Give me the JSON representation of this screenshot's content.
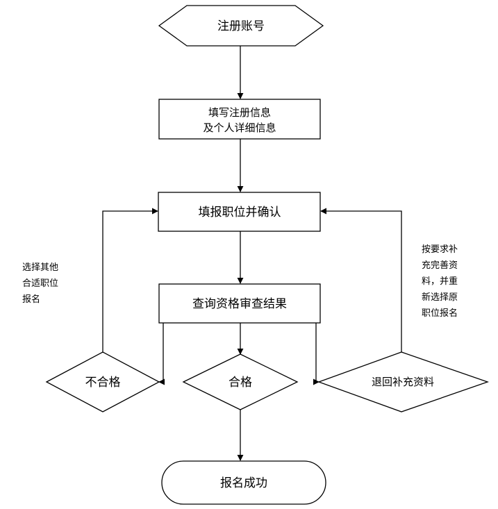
{
  "nodes": {
    "register_account": "注册账号",
    "fill_info_line1": "填写注册信息",
    "fill_info_line2": "及个人详细信息",
    "apply_confirm": "填报职位并确认",
    "check_result": "查询资格审查结果",
    "unqualified": "不合格",
    "qualified": "合格",
    "return_supplement": "退回补充资料",
    "success": "报名成功"
  },
  "notes": {
    "left": [
      "选择其他",
      "合适职位",
      "报名"
    ],
    "right": [
      "按要求补",
      "充完善资",
      "料，并重",
      "新选择原",
      "职位报名"
    ]
  },
  "colors": {
    "stroke": "#000000",
    "fill": "#ffffff",
    "background": "#ffffff"
  }
}
